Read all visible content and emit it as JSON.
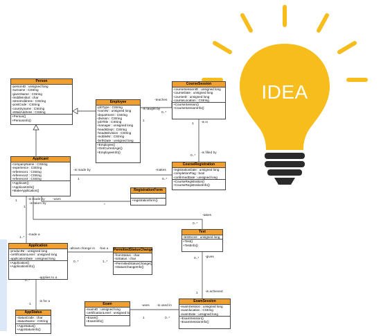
{
  "idea": {
    "text": "IDEA",
    "bulb_color": "#f7bd1c",
    "ray_color": "#f7bd1c",
    "base_color": "#2b2b2b"
  },
  "classes": {
    "person": {
      "name": "Person",
      "attrs": [
        "-personID : unsigned long",
        "-surname : CString",
        "-givenName : CString",
        "-middleInitial : char",
        "-streetAddress : CString",
        "-postCode : CString",
        "-countryname : CString",
        "-eMailAddress : CString"
      ],
      "ops": [
        "+Person()",
        "+PersonInfo()"
      ]
    },
    "employee": {
      "name": "Employee",
      "attrs": [
        "-jobType : CString",
        "-roomNr : unsigned long",
        "-department : CString",
        "-division : CString",
        "-jobTitle : CString",
        "-manager : unsigned long",
        "-headsDept : CString",
        "-headsDivision : CString",
        "-mobileNr : CString",
        "-birthDate : unsigned long"
      ],
      "ops": [
        "+Employee()",
        "+GetCurrentAge()",
        "+EmployeeInfo()"
      ]
    },
    "course_session": {
      "name": "CourseSession",
      "attrs": [
        "-courseSessionID : unsigned long",
        "-courseDate : unsigned long",
        "-courseID : unsigned long",
        "-courseLocation : CString"
      ],
      "ops": [
        "+CourseSession()",
        "+CourseSessionInfo()"
      ]
    },
    "applicant": {
      "name": "Applicant",
      "attrs": [
        "-companyName : CString",
        "-experience : CString",
        "-reference1 : CString",
        "-reference2 : CString",
        "-reference3 : CString"
      ],
      "ops": [
        "+Applicant()",
        "+ApplicantInfo()",
        "+MakeApplication()"
      ]
    },
    "course_registration": {
      "name": "CourseRegistration",
      "attrs": [
        "-registrationDate : unsigned long",
        "-completionFlag : bool",
        "-confirmedDate : unsigned long"
      ],
      "ops": [
        "+CourseRegistration()",
        "+CourseRegistrationInfo()"
      ]
    },
    "registration_form": {
      "name": "RegistrationForm",
      "attrs": [],
      "ops": [
        "+registrationform()"
      ]
    },
    "test": {
      "name": "Test",
      "attrs": [
        "-testScore : unsigned long"
      ],
      "ops": [
        "+Test()",
        "+TestInfo()"
      ]
    },
    "application": {
      "name": "Application",
      "attrs": [
        "-productNr : unsigned long",
        "-certificationLevel : unsigned long",
        "-applicationDate : unsigned long"
      ],
      "ops": [
        "+Application()",
        "+ApplicationInfo()"
      ]
    },
    "permitted_status_change": {
      "name": "PermittedStatusChange",
      "attrs": [
        "-fromStatus : char",
        "-toStatus : char"
      ],
      "ops": [
        "+PermittedStatusChange()",
        "+StatusChangeInfo()"
      ]
    },
    "app_status": {
      "name": "AppStatus",
      "attrs": [
        "-statusCode : char",
        "-statusName : CString"
      ],
      "ops": [
        "+AppStatus()",
        "+AppStatusInfo()"
      ]
    },
    "exam": {
      "name": "Exam",
      "attrs": [
        "-examID : unsigned long",
        "-certificationLevel : unsigned long"
      ],
      "ops": [
        "+Exam()",
        "+ExamInfo()"
      ]
    },
    "exam_session": {
      "name": "ExamSession",
      "attrs": [
        "-examSession : unsigned long",
        "-examlocation : CString",
        "-examDate : unsigned long"
      ],
      "ops": [
        "+ExamSession()",
        "+ExamSessionInfo()"
      ]
    }
  },
  "labels": {
    "teaches": "-teaches",
    "is_taught_by": "-is taught by",
    "m_one_a": "1",
    "m_many_a": "0..*",
    "is_in": "-is in",
    "is_filled_by": "-is filled by",
    "m_one_b": "1",
    "m_many_b": "0..*",
    "is_made_by": "-is made by",
    "makes": "-makes",
    "m_one_c": "1",
    "m_many_c": "0..*",
    "is_made_by2": "-is made by",
    "is_taken_by": "-is taken by",
    "uses": "-uses",
    "m_one_d": "1",
    "m_one_e": "1",
    "m_many_d": "*",
    "takes": "-takes",
    "m_many_e": "0..*",
    "made_a": "-made a",
    "m_many_f": "1..*",
    "allows_change_in": "-allows change in",
    "has_a": "-has a",
    "m_many_g": "0..*",
    "m_many_h": "1..*",
    "applies_to_a": "-applies to a",
    "m_many_i": "0..*",
    "is_for_a": "-is for a",
    "m_one_f": "1",
    "gives": "-gives",
    "m_many_j": "0..*",
    "is_achieved": "-is achieved",
    "m_one_g": "1",
    "uses2": "-uses",
    "is_used_in": "-is used in",
    "m_one_h": "1",
    "m_many_k": "0..*"
  }
}
